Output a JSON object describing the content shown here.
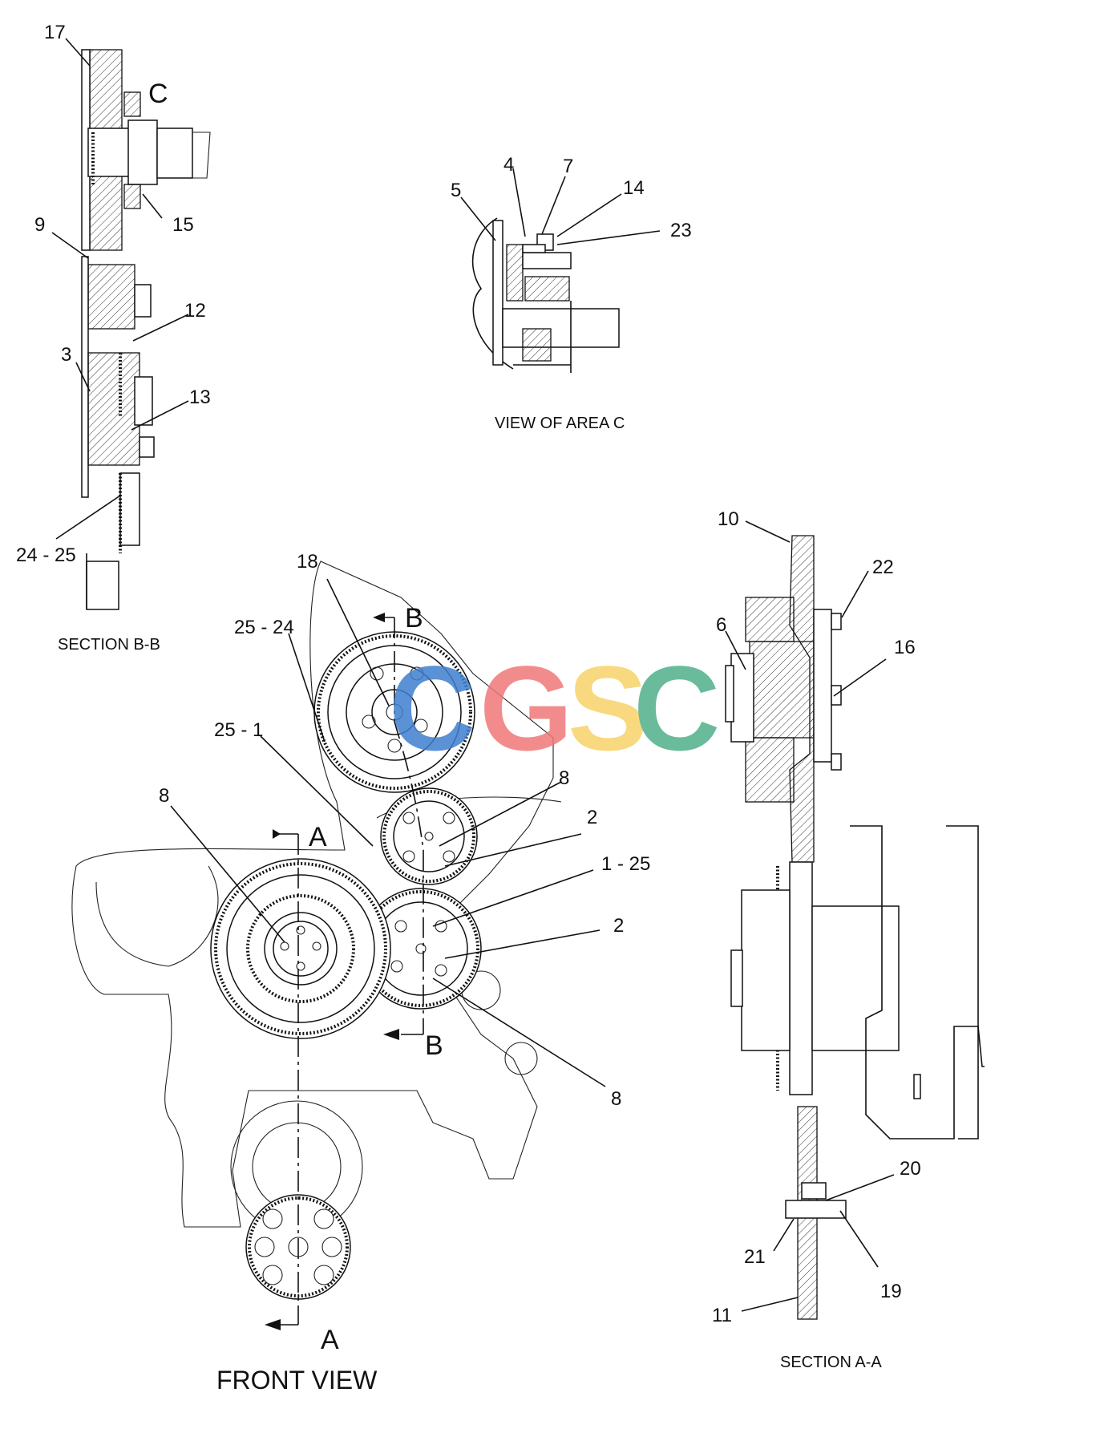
{
  "captions": {
    "section_bb": "SECTION B-B",
    "view_area_c": "VIEW OF AREA C",
    "section_aa": "SECTION A-A",
    "front_view": "FRONT VIEW"
  },
  "markers": {
    "c": "C",
    "b_top": "B",
    "b_bottom": "B",
    "a_top": "A",
    "a_bottom": "A"
  },
  "callouts": {
    "n17": "17",
    "n15": "15",
    "n9": "9",
    "n12": "12",
    "n3": "3",
    "n13": "13",
    "n24_25": "24 - 25",
    "n4": "4",
    "n7": "7",
    "n5": "5",
    "n14": "14",
    "n23": "23",
    "n10": "10",
    "n22": "22",
    "n6": "6",
    "n16": "16",
    "n20": "20",
    "n21": "21",
    "n19": "19",
    "n11": "11",
    "n18": "18",
    "n25_24": "25 - 24",
    "n25_1": "25 - 1",
    "n8_left": "8",
    "n8_top": "8",
    "n2_top": "2",
    "n1_25": "1 - 25",
    "n2_mid": "2",
    "n8_bottom": "8"
  },
  "watermark": {
    "letters": [
      "C",
      "G",
      "S",
      "C"
    ],
    "colors": [
      "#3f7fd0",
      "#f07878",
      "#f7d36a",
      "#4fb08b"
    ]
  }
}
